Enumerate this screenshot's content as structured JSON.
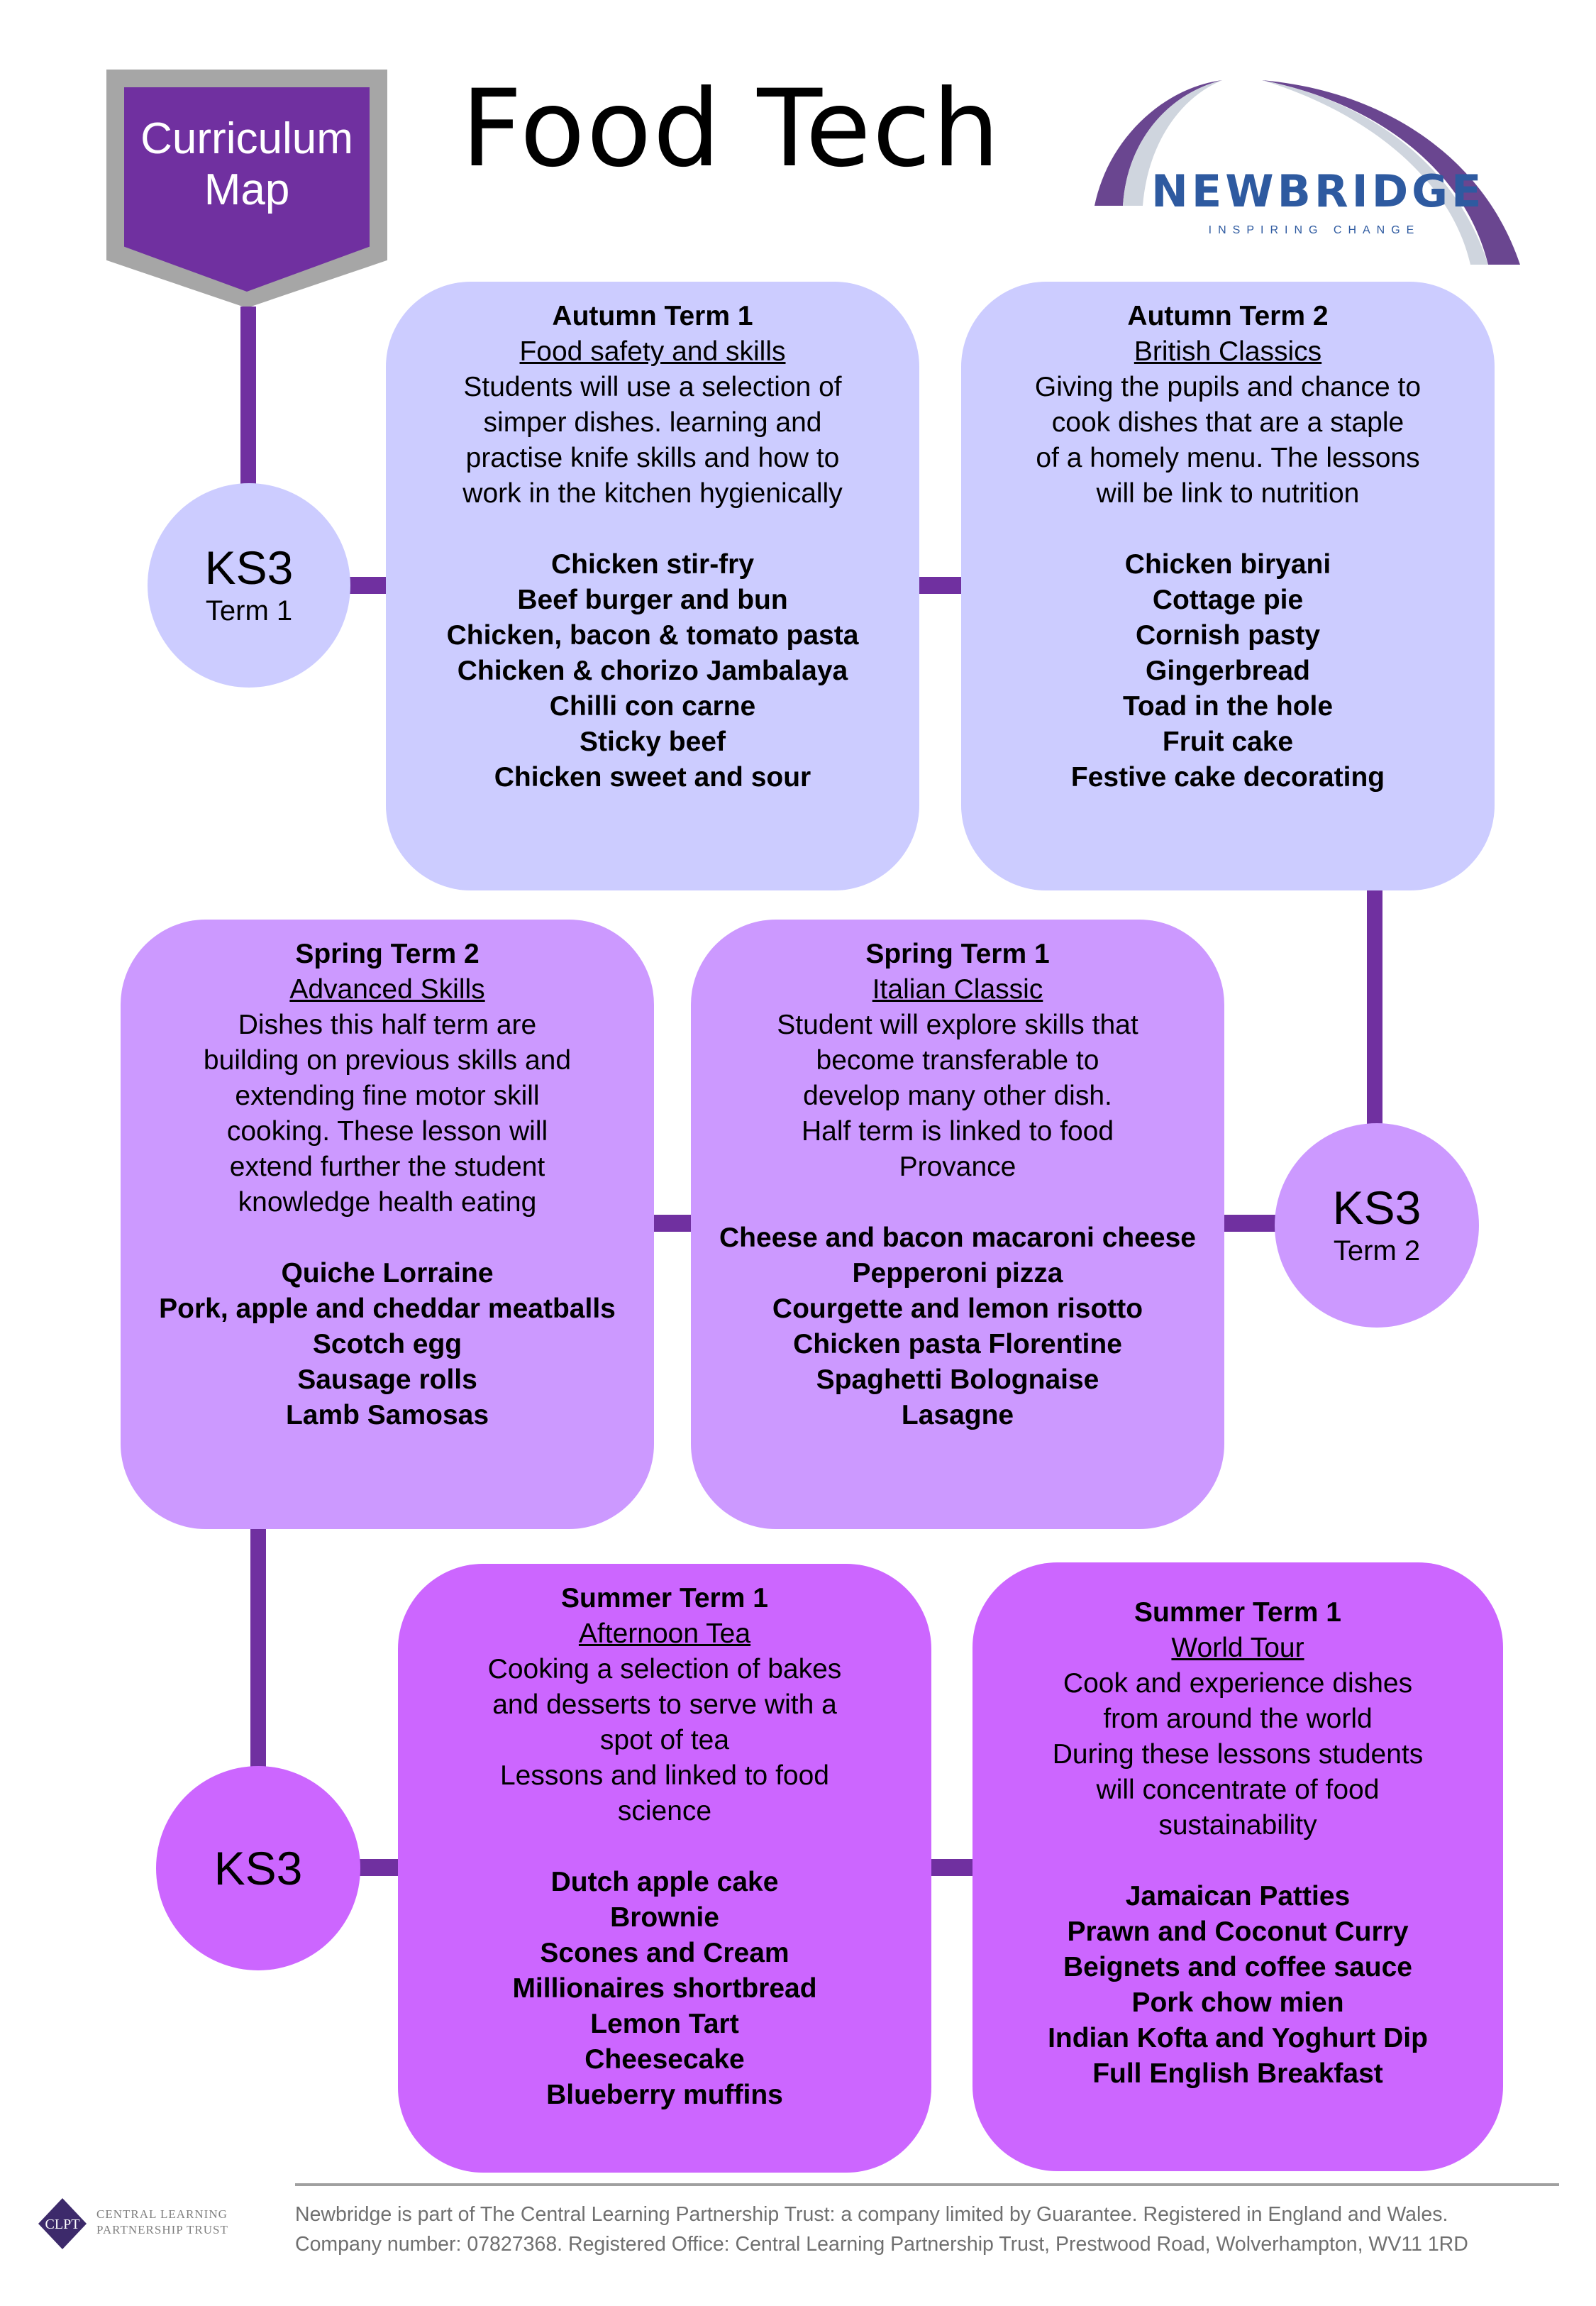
{
  "badge": {
    "line1": "Curriculum",
    "line2": "Map"
  },
  "title": "Food Tech",
  "logo": {
    "name": "NEWBRIDGE",
    "tagline": "INSPIRING CHANGE",
    "color": "#2e5aa0",
    "arc_color": "#6a4690"
  },
  "colors": {
    "connector": "#7030a0",
    "autumn": "#ccccff",
    "spring": "#cc99ff",
    "summer": "#cc66ff"
  },
  "circles": [
    {
      "ks": "KS3",
      "term": "Term 1"
    },
    {
      "ks": "KS3",
      "term": "Term 2"
    },
    {
      "ks": "KS3",
      "term": ""
    }
  ],
  "boxes": [
    {
      "id": "autumn-term-1",
      "title": "Autumn Term 1",
      "subtitle": "Food safety and skills",
      "description": [
        "Students will use a selection of",
        "simper dishes. learning and",
        "practise knife skills and how to",
        "work in the kitchen hygienically"
      ],
      "dishes": [
        "Chicken stir-fry",
        "Beef burger and bun",
        "Chicken, bacon & tomato pasta",
        "Chicken & chorizo Jambalaya",
        "Chilli con carne",
        "Sticky beef",
        "Chicken sweet and sour"
      ]
    },
    {
      "id": "autumn-term-2",
      "title": "Autumn Term 2",
      "subtitle": "British Classics",
      "description": [
        "Giving the pupils and chance to",
        "cook dishes that are a staple",
        "of a homely menu. The lessons",
        "will be link to nutrition"
      ],
      "dishes": [
        "Chicken biryani",
        "Cottage pie",
        "Cornish pasty",
        "Gingerbread",
        "Toad in the hole",
        "Fruit cake",
        "Festive cake decorating"
      ]
    },
    {
      "id": "spring-term-1",
      "title": "Spring Term 1",
      "subtitle": "Italian Classic",
      "description": [
        "Student will explore skills that",
        "become transferable to",
        "develop many other dish.",
        "Half term is linked to food",
        "Provance"
      ],
      "dishes": [
        "Cheese and bacon macaroni cheese",
        "Pepperoni pizza",
        "Courgette and lemon risotto",
        "Chicken pasta Florentine",
        "Spaghetti Bolognaise",
        "Lasagne"
      ]
    },
    {
      "id": "spring-term-2",
      "title": "Spring Term 2",
      "subtitle": "Advanced Skills",
      "description": [
        "Dishes this half term are",
        "building on previous skills and",
        "extending fine motor skill",
        "cooking. These lesson will",
        "extend further the student",
        "knowledge health eating"
      ],
      "dishes": [
        "Quiche Lorraine",
        "Pork, apple and cheddar meatballs",
        "Scotch egg",
        "Sausage rolls",
        "Lamb Samosas"
      ]
    },
    {
      "id": "summer-term-1-afternoon-tea",
      "title": "Summer Term 1",
      "subtitle": "Afternoon Tea",
      "description": [
        "Cooking a selection of bakes",
        "and desserts to serve with a",
        "spot of tea",
        "Lessons and linked to food",
        "science"
      ],
      "dishes": [
        "Dutch apple cake",
        "Brownie",
        "Scones and Cream",
        "Millionaires shortbread",
        "Lemon Tart",
        "Cheesecake",
        "Blueberry muffins"
      ]
    },
    {
      "id": "summer-term-1-world-tour",
      "title": "Summer Term 1",
      "subtitle": "World Tour",
      "description": [
        "Cook and experience dishes",
        "from around the world",
        "During these lessons students",
        "will concentrate of food",
        "sustainability"
      ],
      "dishes": [
        "Jamaican Patties",
        "Prawn and Coconut Curry",
        "Beignets and coffee sauce",
        "Pork chow mien",
        "Indian Kofta and Yoghurt Dip",
        "Full English Breakfast"
      ]
    }
  ],
  "footer": {
    "logo_line1": "CENTRAL LEARNING",
    "logo_line2": "PARTNERSHIP TRUST",
    "line1": "Newbridge is part of The Central Learning Partnership Trust: a company limited by Guarantee. Registered in England and Wales.",
    "line2": "Company number: 07827368. Registered Office: Central Learning Partnership Trust, Prestwood Road, Wolverhampton, WV11 1RD"
  }
}
